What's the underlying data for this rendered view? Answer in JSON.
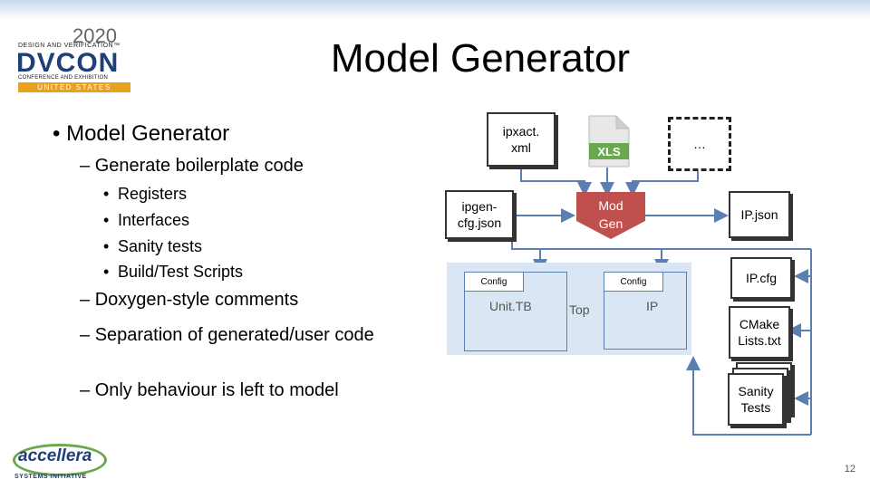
{
  "header": {
    "title": "Model Generator",
    "logo": {
      "year": "2020",
      "line1": "DESIGN AND VERIFICATION™",
      "name": "DVCON",
      "line3": "CONFERENCE AND EXHIBITION",
      "band": "UNITED STATES"
    }
  },
  "bullets": {
    "main": "Model Generator",
    "l2a": "Generate boilerplate code",
    "l3": [
      "Registers",
      "Interfaces",
      "Sanity tests",
      "Build/Test Scripts"
    ],
    "l2b": "Doxygen-style comments",
    "l2c": "Separation of generated/user code",
    "l2d": "Only behaviour is left to model"
  },
  "diagram": {
    "ipxact": "ipxact.\nxml",
    "xls": "XLS",
    "more": "…",
    "ipgen": "ipgen-\ncfg.json",
    "modgen": "Mod\nGen",
    "ipjson": "IP.json",
    "ipcfg": "IP.cfg",
    "cmake": "CMake\nLists.txt",
    "sanity": "Sanity\nTests",
    "config1": "Config",
    "config2": "Config",
    "unittb": "Unit.TB",
    "top": "Top",
    "ip": "IP"
  },
  "footer": {
    "logo_name": "accellera",
    "logo_tag": "SYSTEMS INITIATIVE",
    "page": "12"
  },
  "colors": {
    "modgen": "#c0504d",
    "xls": "#6aa84f",
    "tb": "#dae6f4",
    "arrow": "#5a7fb2"
  }
}
